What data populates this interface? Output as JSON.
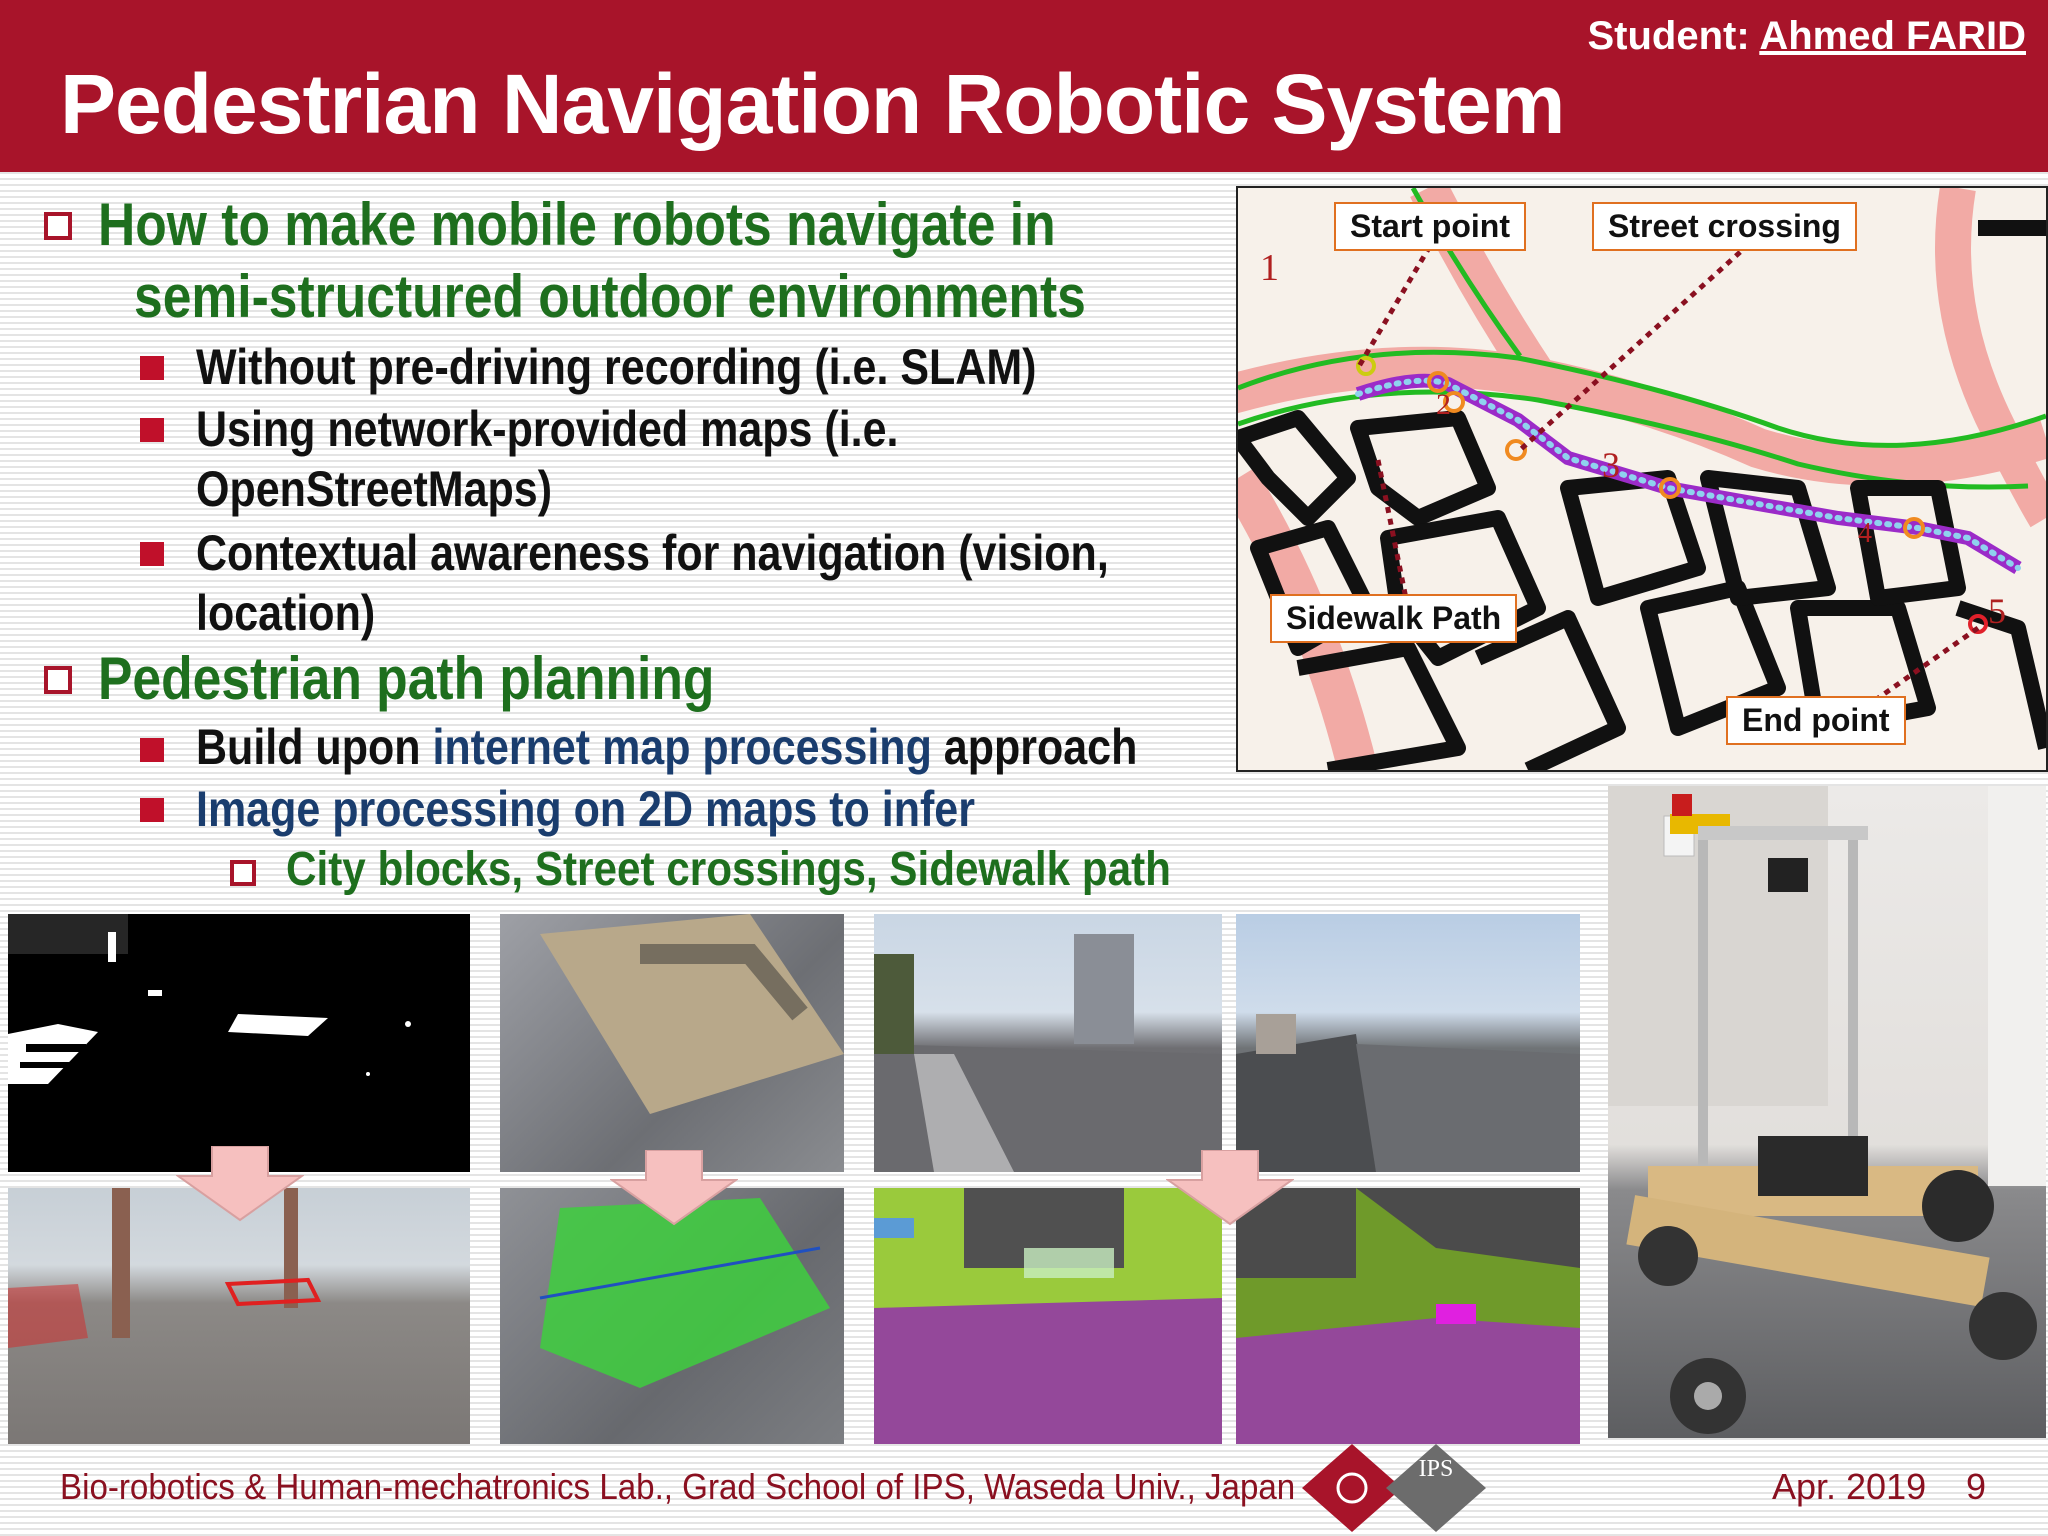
{
  "header": {
    "title": "Pedestrian Navigation Robotic System",
    "student_label": "Student: ",
    "student_name": "Ahmed FARID",
    "color": "#a8142a"
  },
  "bullets": {
    "b1_line1": "How to make mobile robots navigate in",
    "b1_line2": "semi-structured outdoor environments",
    "b1_sub1": "Without pre-driving recording (i.e. SLAM)",
    "b1_sub2_line1": "Using network-provided maps (i.e.",
    "b1_sub2_line2": "OpenStreetMaps)",
    "b1_sub3_line1": "Contextual awareness for navigation (vision,",
    "b1_sub3_line2": "location)",
    "b2": "Pedestrian path planning",
    "b2_sub1_a": "Build upon ",
    "b2_sub1_b": "internet map processing",
    "b2_sub1_c": " approach",
    "b2_sub2": "Image processing on 2D maps to infer",
    "b2_sub2_sub1": "City blocks, Street crossings, Sidewalk path"
  },
  "map": {
    "label_start": "Start point",
    "label_crossing": "Street crossing",
    "label_sidewalk": "Sidewalk Path",
    "label_end": "End point",
    "num1": "1",
    "num2": "2",
    "num3": "3",
    "num4": "4",
    "num5": "5"
  },
  "footer": {
    "lab": "Bio-robotics & Human-mechatronics Lab., Grad School of IPS, Waseda Univ., Japan",
    "logo_text": "IPS",
    "date": "Apr. 2019",
    "page": "9"
  },
  "colors": {
    "accent": "#a8142a",
    "green": "#1e6f1e",
    "navy": "#1a3d6e"
  }
}
